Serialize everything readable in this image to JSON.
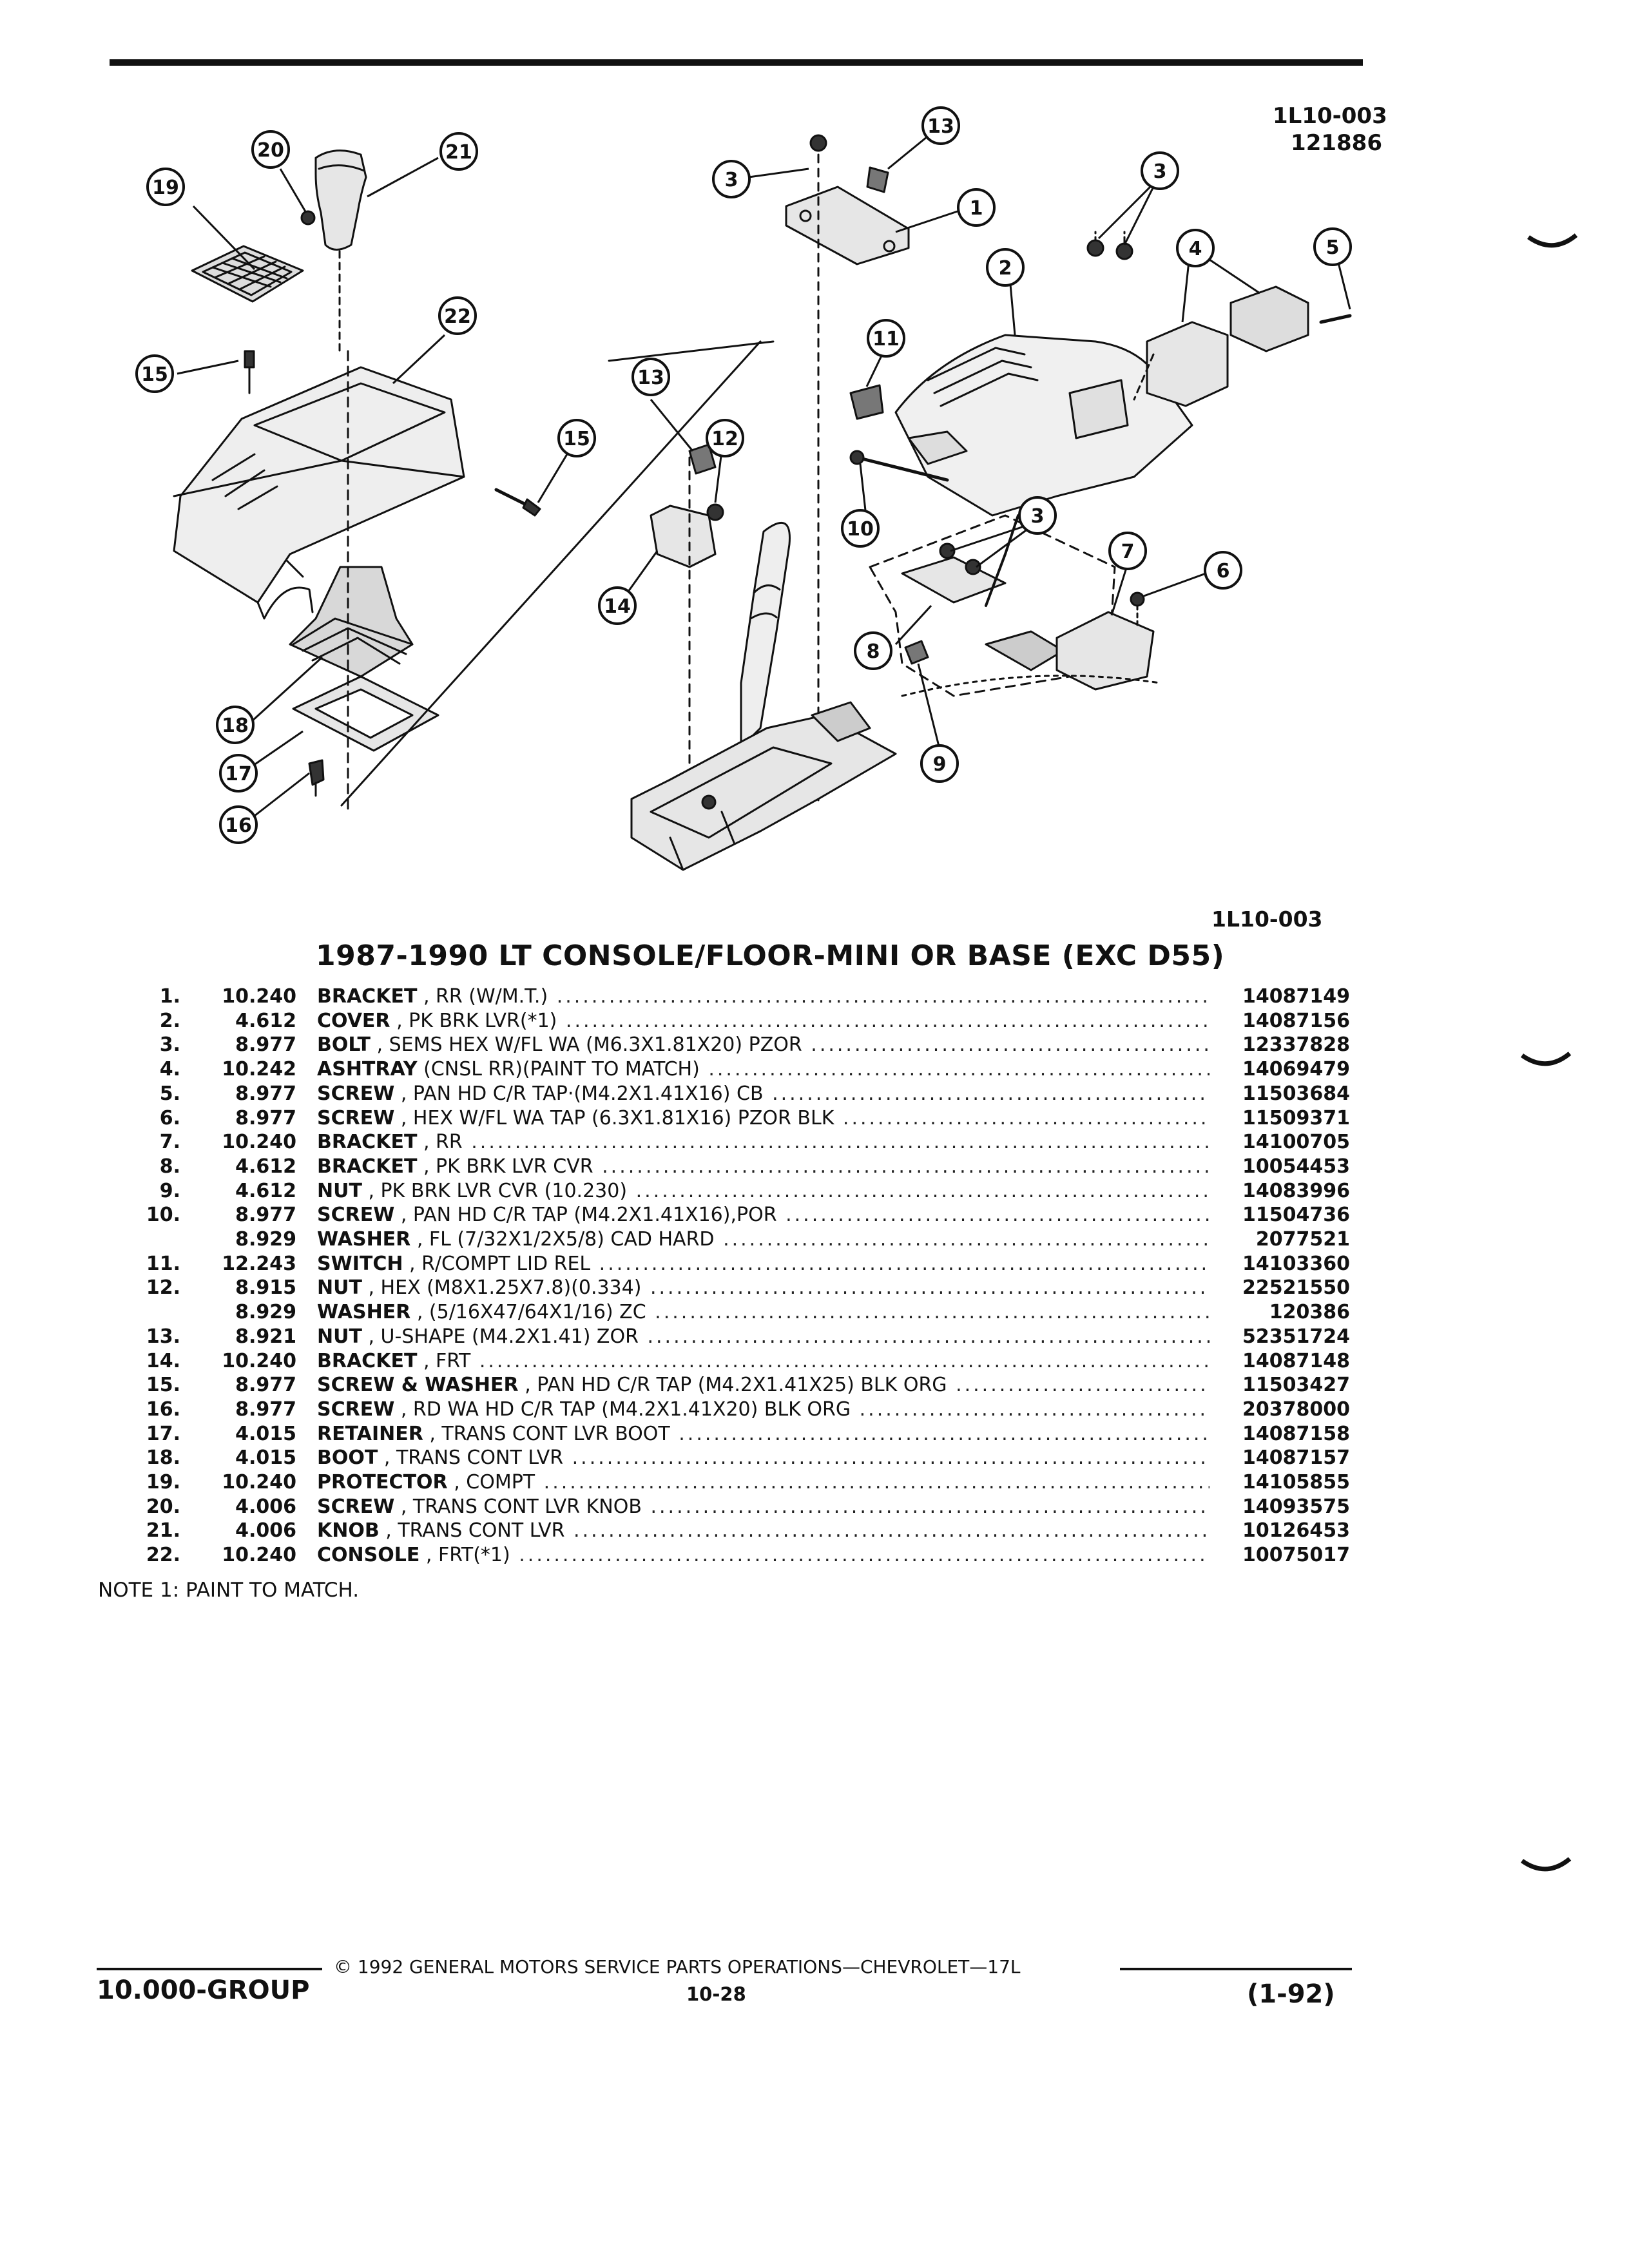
{
  "diagram": {
    "ref_code": "1L10-003",
    "ref_number": "121886",
    "ref_code_bottom": "1L10-003",
    "callouts": [
      "1",
      "2",
      "3",
      "3",
      "3",
      "4",
      "5",
      "6",
      "7",
      "8",
      "9",
      "10",
      "11",
      "12",
      "13",
      "13",
      "14",
      "15",
      "15",
      "16",
      "17",
      "18",
      "19",
      "20",
      "21",
      "22"
    ]
  },
  "title": "1987-1990 LT CONSOLE/FLOOR-MINI OR BASE (EXC D55)",
  "parts": [
    {
      "item": "1.",
      "group": "10.240",
      "name": "BRACKET",
      "spec": ", RR (W/M.T.)",
      "part_no": "14087149"
    },
    {
      "item": "2.",
      "group": "4.612",
      "name": "COVER",
      "spec": ", PK BRK LVR(*1)",
      "part_no": "14087156"
    },
    {
      "item": "3.",
      "group": "8.977",
      "name": "BOLT",
      "spec": ", SEMS HEX W/FL WA (M6.3X1.81X20) PZOR",
      "part_no": "12337828"
    },
    {
      "item": "4.",
      "group": "10.242",
      "name": "ASHTRAY",
      "spec": "(CNSL RR)(PAINT TO MATCH)",
      "part_no": "14069479"
    },
    {
      "item": "5.",
      "group": "8.977",
      "name": "SCREW",
      "spec": ", PAN HD C/R TAP·(M4.2X1.41X16) CB",
      "part_no": "11503684"
    },
    {
      "item": "6.",
      "group": "8.977",
      "name": "SCREW",
      "spec": ", HEX W/FL WA TAP (6.3X1.81X16) PZOR BLK",
      "part_no": "11509371"
    },
    {
      "item": "7.",
      "group": "10.240",
      "name": "BRACKET",
      "spec": ", RR",
      "part_no": "14100705"
    },
    {
      "item": "8.",
      "group": "4.612",
      "name": "BRACKET",
      "spec": ", PK BRK LVR CVR",
      "part_no": "10054453"
    },
    {
      "item": "9.",
      "group": "4.612",
      "name": "NUT",
      "spec": ", PK BRK LVR CVR (10.230)",
      "part_no": "14083996"
    },
    {
      "item": "10.",
      "group": "8.977",
      "name": "SCREW",
      "spec": ", PAN HD C/R TAP (M4.2X1.41X16),POR",
      "part_no": "11504736"
    },
    {
      "item": "",
      "group": "8.929",
      "name": "WASHER",
      "spec": ", FL (7/32X1/2X5/8) CAD HARD",
      "part_no": "2077521"
    },
    {
      "item": "11.",
      "group": "12.243",
      "name": "SWITCH",
      "spec": ", R/COMPT LID REL",
      "part_no": "14103360"
    },
    {
      "item": "12.",
      "group": "8.915",
      "name": "NUT",
      "spec": ", HEX (M8X1.25X7.8)(0.334)",
      "part_no": "22521550"
    },
    {
      "item": "",
      "group": "8.929",
      "name": "WASHER",
      "spec": ", (5/16X47/64X1/16) ZC",
      "part_no": "120386"
    },
    {
      "item": "13.",
      "group": "8.921",
      "name": "NUT",
      "spec": ", U-SHAPE (M4.2X1.41) ZOR",
      "part_no": "52351724"
    },
    {
      "item": "14.",
      "group": "10.240",
      "name": "BRACKET",
      "spec": ", FRT",
      "part_no": "14087148"
    },
    {
      "item": "15.",
      "group": "8.977",
      "name": "SCREW & WASHER",
      "spec": ", PAN HD C/R TAP (M4.2X1.41X25) BLK ORG",
      "part_no": "11503427"
    },
    {
      "item": "16.",
      "group": "8.977",
      "name": "SCREW",
      "spec": ", RD WA HD C/R TAP (M4.2X1.41X20) BLK ORG",
      "part_no": "20378000"
    },
    {
      "item": "17.",
      "group": "4.015",
      "name": "RETAINER",
      "spec": ", TRANS CONT LVR BOOT",
      "part_no": "14087158"
    },
    {
      "item": "18.",
      "group": "4.015",
      "name": "BOOT",
      "spec": ", TRANS CONT LVR",
      "part_no": "14087157"
    },
    {
      "item": "19.",
      "group": "10.240",
      "name": "PROTECTOR",
      "spec": ", COMPT",
      "part_no": "14105855"
    },
    {
      "item": "20.",
      "group": "4.006",
      "name": "SCREW",
      "spec": ", TRANS CONT LVR KNOB",
      "part_no": "14093575"
    },
    {
      "item": "21.",
      "group": "4.006",
      "name": "KNOB",
      "spec": ", TRANS CONT LVR",
      "part_no": "10126453"
    },
    {
      "item": "22.",
      "group": "10.240",
      "name": "CONSOLE",
      "spec": ", FRT(*1)",
      "part_no": "10075017"
    }
  ],
  "note": "NOTE  1:  PAINT TO MATCH.",
  "footer": {
    "copyright": "© 1992 GENERAL MOTORS SERVICE PARTS OPERATIONS—CHEVROLET—17L",
    "group": "10.000-GROUP",
    "page": "10-28",
    "date": "(1-92)"
  }
}
